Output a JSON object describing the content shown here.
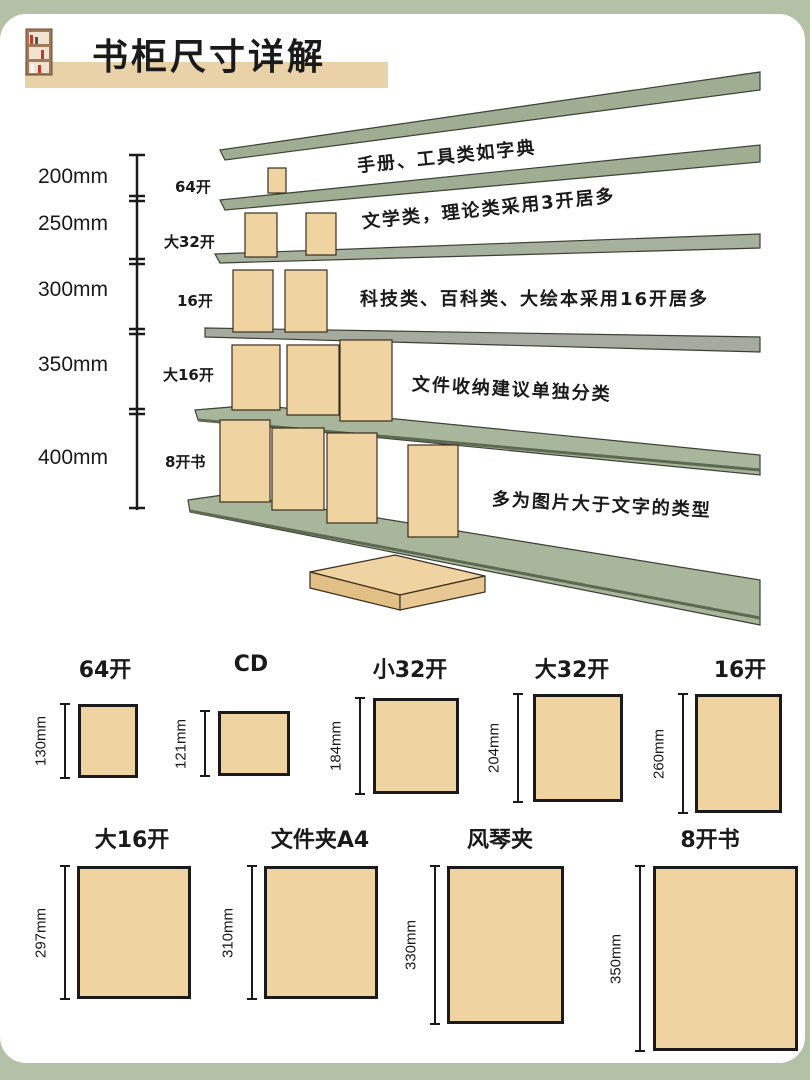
{
  "header": {
    "title": "书柜尺寸详解",
    "icon": "bookshelf-icon"
  },
  "colors": {
    "background": "#b3c1a6",
    "shelf": "#9fae92",
    "shelf_dark": "#6e7c63",
    "book": "#efd3a0",
    "title_bar": "#ead2a8"
  },
  "shelves": [
    {
      "height": "200mm",
      "size": "64开",
      "desc": "手册、工具类如字典"
    },
    {
      "height": "250mm",
      "size": "大32开",
      "desc": "文学类，理论类采用3开居多"
    },
    {
      "height": "300mm",
      "size": "16开",
      "desc": "科技类、百科类、大绘本采用16开居多"
    },
    {
      "height": "350mm",
      "size": "大16开",
      "desc": "文件收纳建议单独分类"
    },
    {
      "height": "400mm",
      "size": "8开书",
      "desc": "多为图片大于文字的类型"
    }
  ],
  "sizes": [
    {
      "name": "64开",
      "dimension": "130mm"
    },
    {
      "name": "CD",
      "dimension": "121mm"
    },
    {
      "name": "小32开",
      "dimension": "184mm"
    },
    {
      "name": "大32开",
      "dimension": "204mm"
    },
    {
      "name": "16开",
      "dimension": "260mm"
    },
    {
      "name": "大16开",
      "dimension": "297mm"
    },
    {
      "name": "文件夹A4",
      "dimension": "310mm"
    },
    {
      "name": "风琴夹",
      "dimension": "330mm"
    },
    {
      "name": "8开书",
      "dimension": "350mm"
    }
  ]
}
